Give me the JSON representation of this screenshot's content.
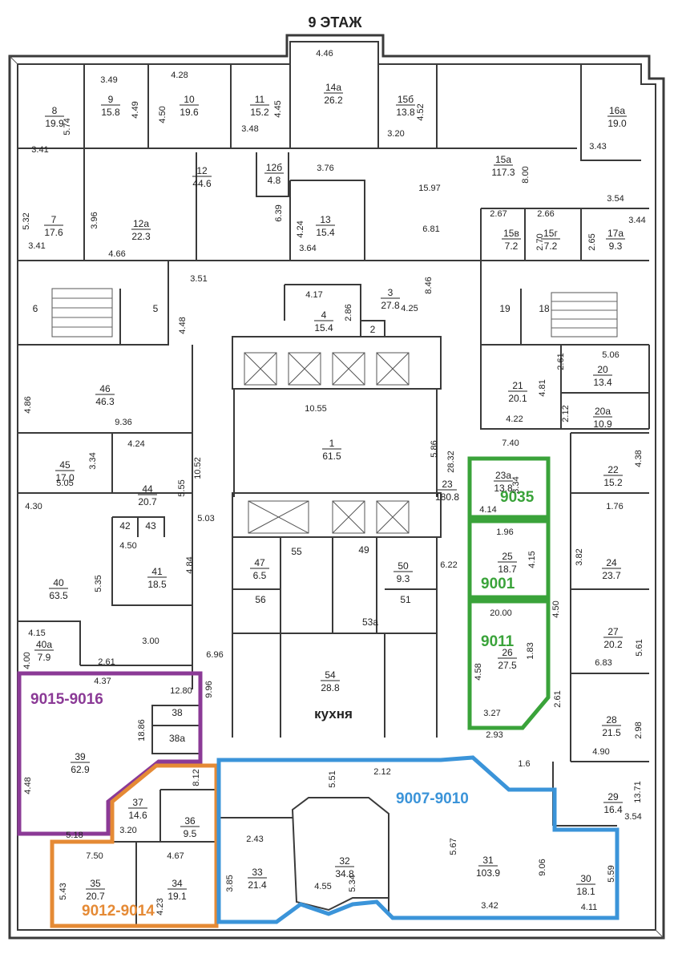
{
  "floor_title": "9 ЭТАЖ",
  "kitchen_label": "кухня",
  "zones": [
    {
      "id": "z9035",
      "label": "9035",
      "color": "#3aa33a"
    },
    {
      "id": "z9001",
      "label": "9001",
      "color": "#3aa33a"
    },
    {
      "id": "z9011",
      "label": "9011",
      "color": "#3aa33a"
    },
    {
      "id": "z9015",
      "label": "9015-9016",
      "color": "#8b3a96"
    },
    {
      "id": "z9012",
      "label": "9012-9014",
      "color": "#e58a35"
    },
    {
      "id": "z9007",
      "label": "9007-9010",
      "color": "#3b94d9"
    }
  ],
  "rooms": [
    {
      "n": "8",
      "a": "19.9"
    },
    {
      "n": "9",
      "a": "15.8"
    },
    {
      "n": "10",
      "a": "19.6"
    },
    {
      "n": "11",
      "a": "15.2"
    },
    {
      "n": "14а",
      "a": "26.2"
    },
    {
      "n": "15б",
      "a": "13.8"
    },
    {
      "n": "16а",
      "a": "19.0"
    },
    {
      "n": "12",
      "a": "44.6"
    },
    {
      "n": "12б",
      "a": "4.8"
    },
    {
      "n": "15а",
      "a": "117.3"
    },
    {
      "n": "7",
      "a": "17.6"
    },
    {
      "n": "12а",
      "a": "22.3"
    },
    {
      "n": "13",
      "a": "15.4"
    },
    {
      "n": "15в",
      "a": "7.2"
    },
    {
      "n": "15г",
      "a": "7.2"
    },
    {
      "n": "17а",
      "a": "9.3"
    },
    {
      "n": "3",
      "a": "27.8"
    },
    {
      "n": "4",
      "a": "15.4"
    },
    {
      "n": "46",
      "a": "46.3"
    },
    {
      "n": "21",
      "a": "20.1"
    },
    {
      "n": "20",
      "a": "13.4"
    },
    {
      "n": "20а",
      "a": "10.9"
    },
    {
      "n": "1",
      "a": "61.5"
    },
    {
      "n": "45",
      "a": "17.0"
    },
    {
      "n": "44",
      "a": "20.7"
    },
    {
      "n": "23а",
      "a": "13.8"
    },
    {
      "n": "22",
      "a": "15.2"
    },
    {
      "n": "23",
      "a": "180.8"
    },
    {
      "n": "24",
      "a": "23.7"
    },
    {
      "n": "25",
      "a": "18.7"
    },
    {
      "n": "40",
      "a": "63.5"
    },
    {
      "n": "41",
      "a": "18.5"
    },
    {
      "n": "47",
      "a": "6.5"
    },
    {
      "n": "50",
      "a": "9.3"
    },
    {
      "n": "27",
      "a": "20.2"
    },
    {
      "n": "26",
      "a": "27.5"
    },
    {
      "n": "40а",
      "a": "7.9"
    },
    {
      "n": "54",
      "a": "28.8"
    },
    {
      "n": "28",
      "a": "21.5"
    },
    {
      "n": "39",
      "a": "62.9"
    },
    {
      "n": "37",
      "a": "14.6"
    },
    {
      "n": "36",
      "a": "9.5"
    },
    {
      "n": "29",
      "a": "16.4"
    },
    {
      "n": "31",
      "a": "103.9"
    },
    {
      "n": "32",
      "a": "34.8"
    },
    {
      "n": "33",
      "a": "21.4"
    },
    {
      "n": "35",
      "a": "20.7"
    },
    {
      "n": "34",
      "a": "19.1"
    },
    {
      "n": "30",
      "a": "18.1"
    }
  ],
  "room_numbers": [
    "6",
    "5",
    "19",
    "18",
    "2",
    "42",
    "43",
    "55",
    "49",
    "56",
    "51",
    "53а",
    "38",
    "38а"
  ],
  "dims": [
    "4.46",
    "3.49",
    "4.28",
    "3.41",
    "5.74",
    "4.49",
    "4.50",
    "3.48",
    "4.45",
    "3.20",
    "4.52",
    "3.43",
    "3.76",
    "6.39",
    "15.97",
    "8.00",
    "5.32",
    "3.96",
    "4.24",
    "3.64",
    "6.81",
    "2.67",
    "2.66",
    "3.54",
    "3.44",
    "2.70",
    "2.65",
    "3.41",
    "4.66",
    "3.51",
    "4.17",
    "2.86",
    "4.25",
    "8.46",
    "4.48",
    "2.61",
    "5.06",
    "4.86",
    "4.81",
    "9.36",
    "10.55",
    "2.12",
    "4.22",
    "7.40",
    "4.24",
    "3.34",
    "5.86",
    "28.32",
    "4.38",
    "5.05",
    "5.55",
    "10.52",
    "3.34",
    "4.14",
    "4.30",
    "5.03",
    "1.96",
    "4.15",
    "4.50",
    "4.84",
    "3.82",
    "5.35",
    "6.22",
    "1.76",
    "4.50",
    "20.00",
    "4.15",
    "3.00",
    "4.00",
    "2.61",
    "6.96",
    "1.83",
    "5.61",
    "4.58",
    "6.83",
    "4.37",
    "9.96",
    "12.80",
    "2.61",
    "18.86",
    "3.27",
    "2.93",
    "2.98",
    "4.90",
    "4.48",
    "8.12",
    "1.6",
    "5.51",
    "2.12",
    "13.71",
    "3.54",
    "5.18",
    "3.20",
    "2.43",
    "3.85",
    "5.67",
    "9.06",
    "7.50",
    "4.67",
    "4.55",
    "5.34",
    "5.59",
    "5.43",
    "4.23",
    "4.11",
    "3.42",
    "9.06"
  ]
}
